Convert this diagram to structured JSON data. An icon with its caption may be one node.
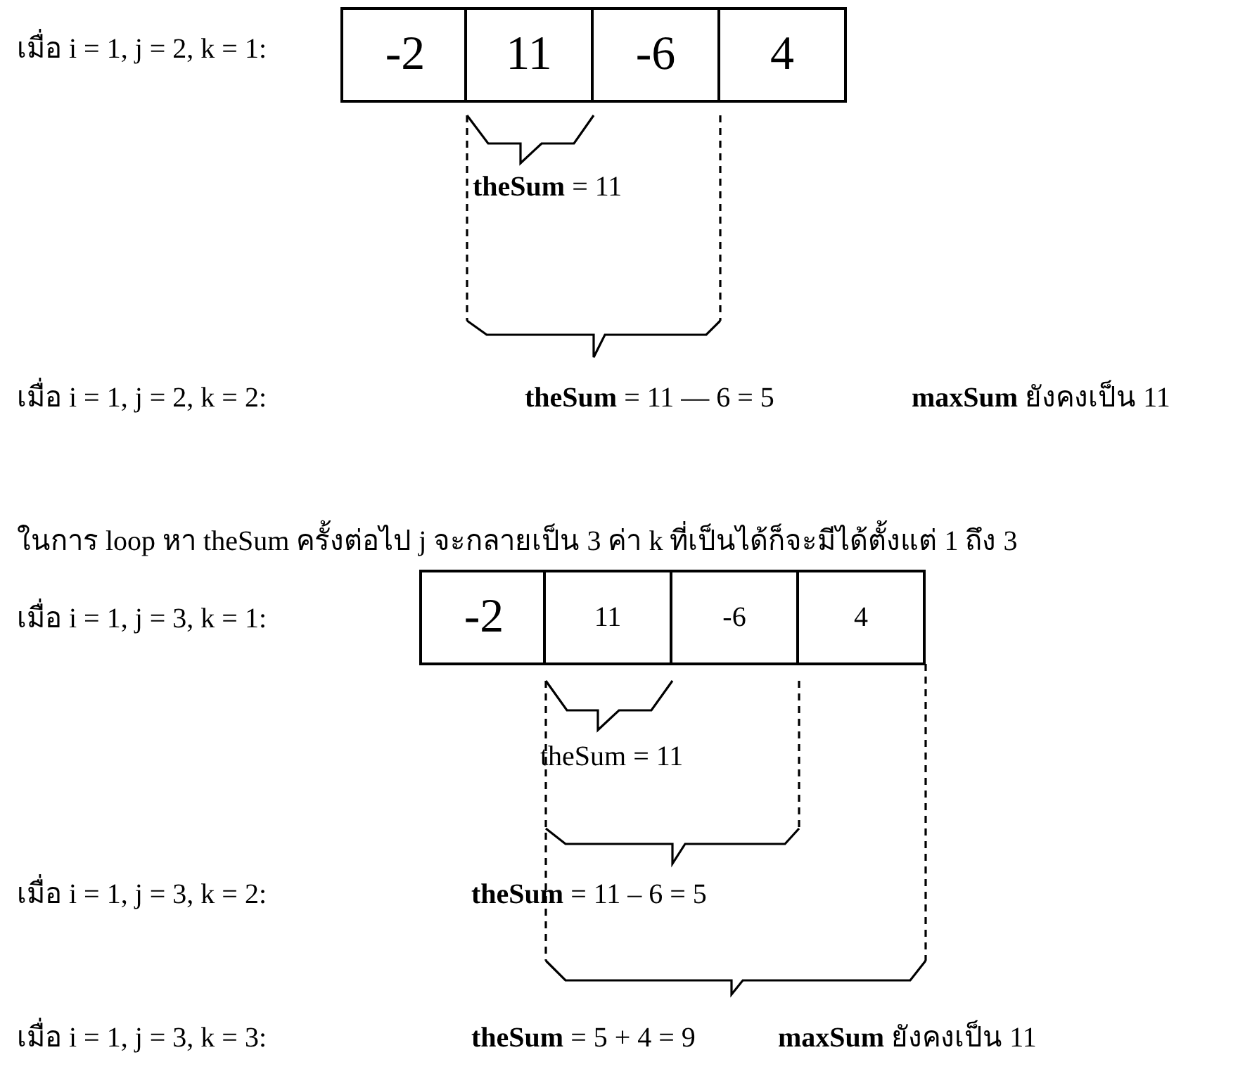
{
  "diagram": {
    "nodes": [
      {
        "text": [
          "-2"
        ]
      },
      {
        "text": [
          "11"
        ]
      },
      {
        "text": [
          "-6"
        ]
      },
      {
        "text": [
          "4"
        ]
      },
      {
        "text": [
          "-2"
        ]
      },
      {
        "text": [
          "11"
        ]
      },
      {
        "text": [
          "-6"
        ]
      },
      {
        "text": [
          "4"
        ]
      }
    ],
    "labels": [
      "เมื่อ i = 1, j = 2, k = 1:",
      "**theSum** = 11",
      "เมื่อ i = 1, j = 2, k = 2:",
      "**theSum** = 11 — 6  = 5",
      "**maxSum** ยังคงเป็น 11",
      "ในการ loop หา theSum ครั้งต่อไป j จะกลายเป็น 3 ค่า k ที่เป็นได้ก็จะมีได้ตั้งแต่ 1 ถึง 3",
      "เมื่อ i = 1, j = 3, k = 1:",
      "theSum = 11",
      "เมื่อ i = 1, j = 3, k = 2:",
      "**theSum** = 11 – 6  = 5",
      "เมื่อ i = 1, j = 3, k = 3:",
      "**theSum** = 5 + 4 = 9",
      "**maxSum** ยังคงเป็น 11"
    ]
  }
}
